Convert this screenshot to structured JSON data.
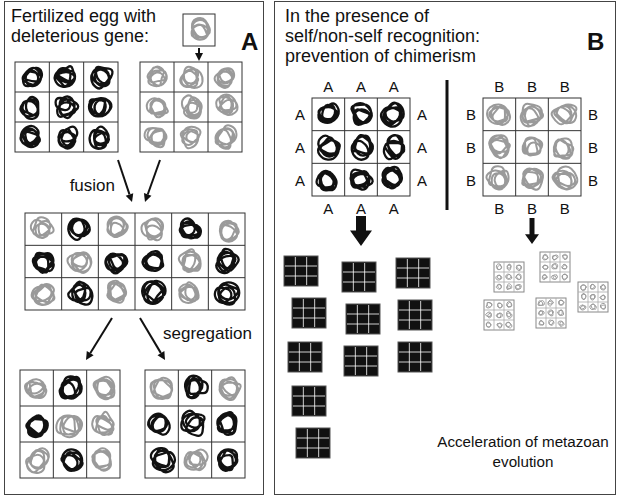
{
  "diagram": {
    "nodes": [
      {
        "text": [
          "A",
          "Fertilized egg with deleterious gene:",
          "fusion",
          "segregation"
        ]
      },
      {
        "text": [
          "B",
          "In the presence of self/non-self recognition: prevention of chimerism",
          "Acceleration of metazoan evolution"
        ]
      }
    ],
    "labels": [
      "A",
      "A",
      "A",
      "A",
      "A",
      "A",
      "A",
      "A",
      "A",
      "A",
      "A",
      "A",
      "B",
      "B",
      "B",
      "B",
      "B",
      "B",
      "B",
      "B",
      "B",
      "B",
      "B",
      "B"
    ]
  }
}
